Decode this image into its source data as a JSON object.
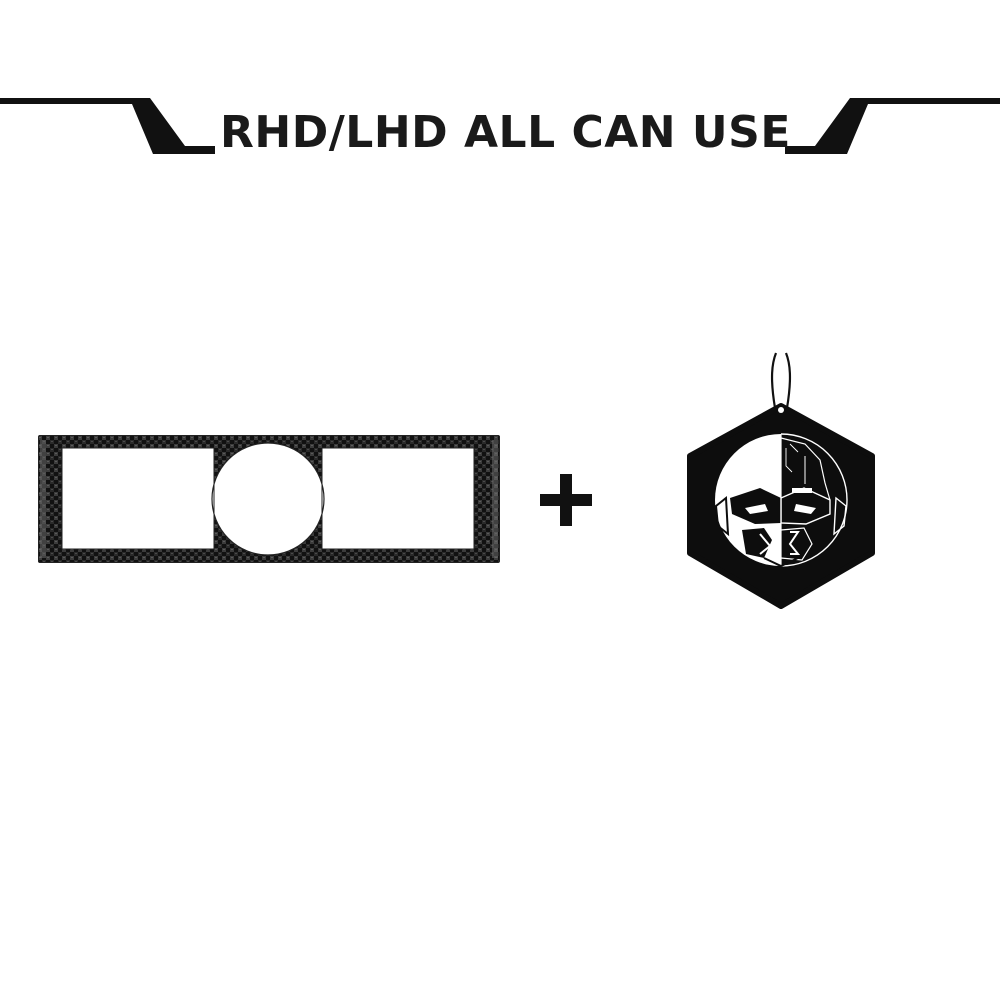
{
  "header": {
    "headline": "RHD/LHD ALL CAN USE"
  },
  "products": [
    {
      "id": "carbon-fiber-trim",
      "icon": "carbon-fiber-panel-icon"
    },
    {
      "id": "plus",
      "icon": "plus-icon"
    },
    {
      "id": "air-freshener",
      "icon": "hexagon-air-freshener-icon"
    }
  ],
  "colors": {
    "text": "#1a1a1a",
    "carbon_dark": "#111111",
    "carbon_light": "#4a4a4a",
    "background": "#ffffff"
  }
}
